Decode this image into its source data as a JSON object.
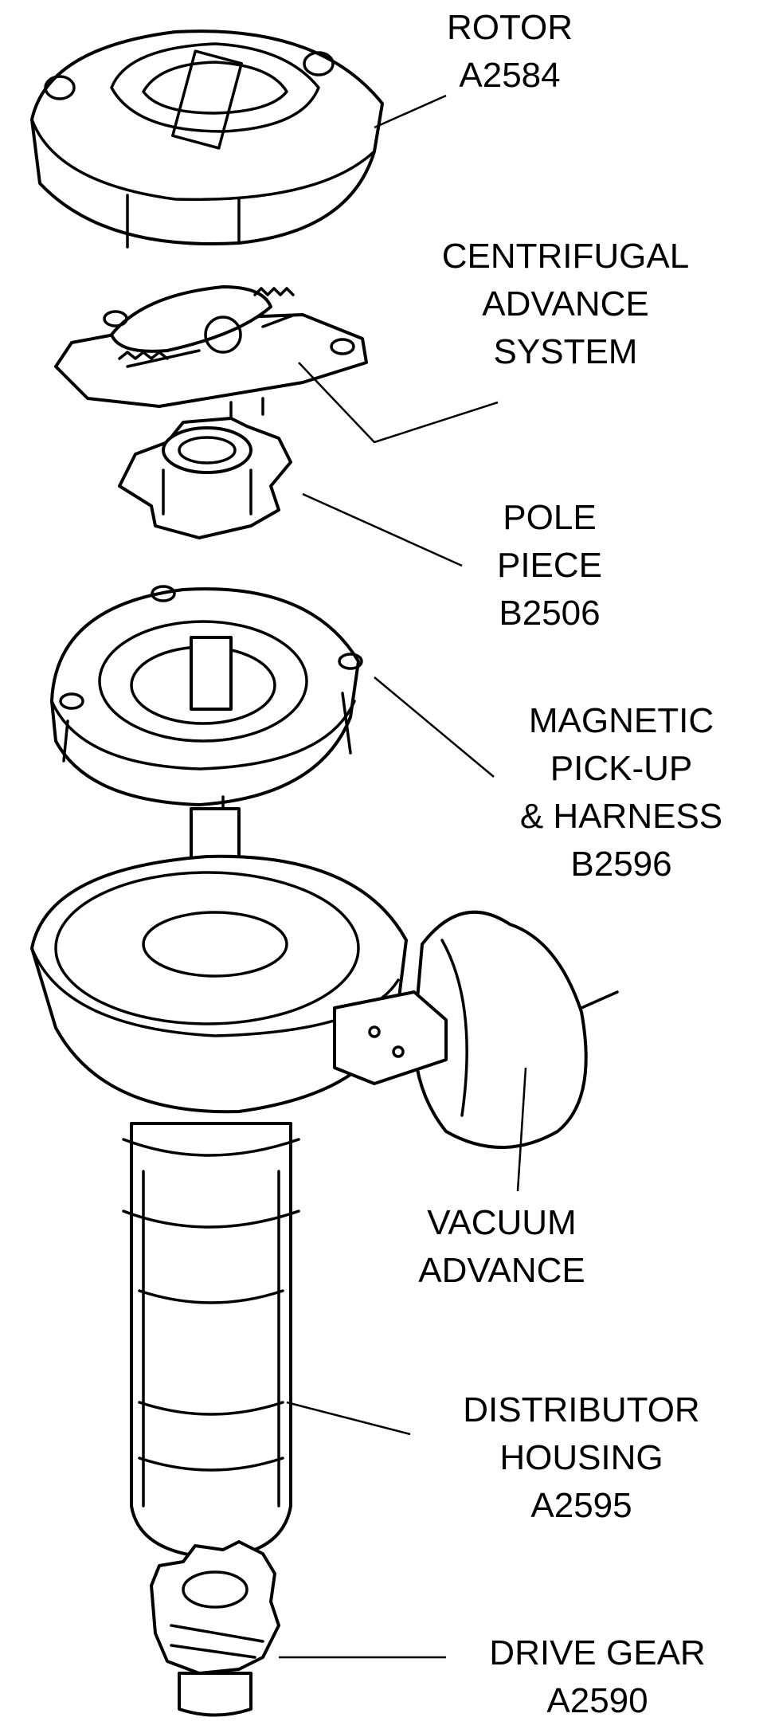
{
  "labels": {
    "rotor": [
      "ROTOR",
      "A2584"
    ],
    "centrifugal": [
      "CENTRIFUGAL",
      "ADVANCE",
      "SYSTEM"
    ],
    "pole_piece": [
      "POLE",
      "PIECE",
      "B2506"
    ],
    "magnetic": [
      "MAGNETIC",
      "PICK-UP",
      "& HARNESS",
      "B2596"
    ],
    "vacuum": [
      "VACUUM",
      "ADVANCE"
    ],
    "housing": [
      "DISTRIBUTOR",
      "HOUSING",
      "A2595"
    ],
    "drive_gear": [
      "DRIVE GEAR",
      "A2590"
    ]
  },
  "colors": {
    "ink": "#000000",
    "paper": "#ffffff"
  }
}
